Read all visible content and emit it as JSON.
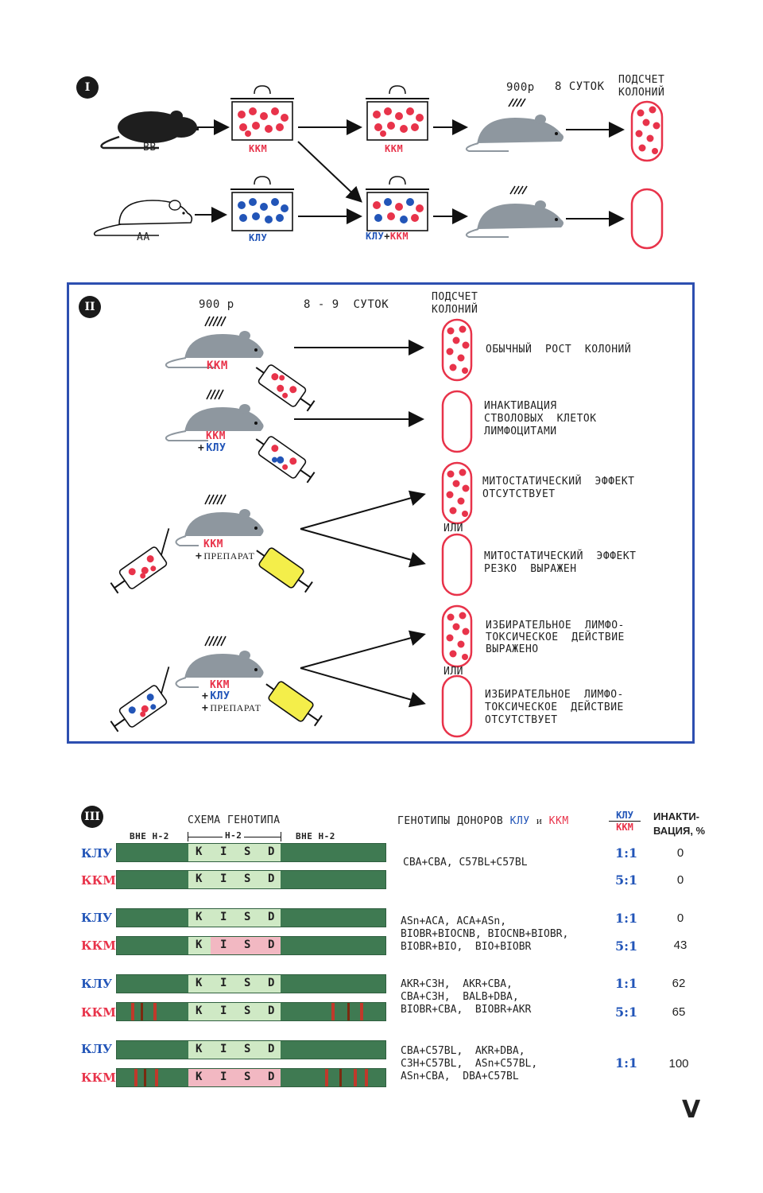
{
  "section1": {
    "number": "I",
    "dose": "900р",
    "days": "8 СУТОК",
    "count": "ПОДСЧЕТ\nКОЛОНИЙ",
    "mouse_bb": "BB",
    "mouse_aa": "AA",
    "dish1": "ККМ",
    "dish2": "ККМ",
    "dish3": "КЛУ",
    "dish4_a": "КЛУ",
    "dish4_plus": "+",
    "dish4_b": "ККМ"
  },
  "section2": {
    "number": "II",
    "dose": "900 р",
    "days": "8 - 9  СУТОК",
    "count": "ПОДСЧЕТ\nКОЛОНИЙ",
    "row1_label": "ККМ",
    "row1_result": "ОБЫЧНЫЙ  РОСТ  КОЛОНИЙ",
    "row2_label_a": "ККМ",
    "row2_plus": "+",
    "row2_label_b": "КЛУ",
    "row2_result": "ИНАКТИВАЦИЯ\nСТВОЛОВЫХ  КЛЕТОК\nЛИМФОЦИТАМИ",
    "row3_label_a": "ККМ",
    "row3_plus": "+",
    "row3_label_b": "ПРЕПАРАТ",
    "row3_result_a": "МИТОСТАТИЧЕСКИЙ  ЭФФЕКТ\nОТСУТСТВУЕТ",
    "row3_or": "ИЛИ",
    "row3_result_b": "МИТОСТАТИЧЕСКИЙ  ЭФФЕКТ\nРЕЗКО  ВЫРАЖЕН",
    "row4_label_a": "ККМ",
    "row4_plus1": "+",
    "row4_label_b": "КЛУ",
    "row4_plus2": "+",
    "row4_label_c": "ПРЕПАРАТ",
    "row4_result_a": "ИЗБИРАТЕЛЬНОЕ  ЛИМФО-\nТОКСИЧЕСКОЕ  ДЕЙСТВИЕ\nВЫРАЖЕНО",
    "row4_or": "ИЛИ",
    "row4_result_b": "ИЗБИРАТЕЛЬНОЕ  ЛИМФО-\nТОКСИЧЕСКОЕ  ДЕЙСТВИЕ\nОТСУТСТВУЕТ"
  },
  "section3": {
    "number": "III",
    "scheme_title": "СХЕМА  ГЕНОТИПА",
    "outside_left": "ВНЕ Н-2",
    "h2": "Н-2",
    "outside_right": "ВНЕ Н-2",
    "donors_title": "ГЕНОТИПЫ ДОНОРОВ",
    "donors_klu": "КЛУ",
    "donors_and": "и",
    "donors_kkm": "ККМ",
    "ratio_top": "КЛУ",
    "ratio_bottom": "ККМ",
    "inact_title": "ИНАКТИ-\nВАЦИЯ, %",
    "loci": [
      "K",
      "I",
      "S",
      "D"
    ],
    "klu": "КЛУ",
    "kkm": "ККМ",
    "groups": [
      {
        "genotypes": "CBA+CBA,  C57BL+C57BL",
        "ratios": [
          "1:1",
          "5:1"
        ],
        "inactivation": [
          "0",
          "0"
        ]
      },
      {
        "genotypes": "ASn+ACA, ACA+ASn,\nBIOBR+BIOCNB, BIOCNB+BIOBR,\nBIOBR+BIO,  BIO+BIOBR",
        "ratios": [
          "1:1",
          "5:1"
        ],
        "inactivation": [
          "0",
          "43"
        ]
      },
      {
        "genotypes": "AKR+C3H,  AKR+CBA,\nCBA+C3H,  BALB+DBA,\nBIOBR+CBA,  BIOBR+AKR",
        "ratios": [
          "1:1",
          "5:1"
        ],
        "inactivation": [
          "62",
          "65"
        ]
      },
      {
        "genotypes": "CBA+C57BL,  AKR+DBA,\nC3H+C57BL,  ASn+C57BL,\nASn+CBA,  DBA+C57BL",
        "ratios": [
          "1:1"
        ],
        "inactivation": [
          "100"
        ]
      }
    ]
  },
  "page_marker": "V",
  "colors": {
    "red": "#e8334a",
    "blue": "#2255b8",
    "frame": "#2d4fb0",
    "mouse_grey": "#8e979f",
    "bar_green": "#3f7a52",
    "bar_light": "#cfe9c5",
    "bar_pink": "#f2b8c2",
    "syringe_yellow": "#f4ee4a"
  }
}
